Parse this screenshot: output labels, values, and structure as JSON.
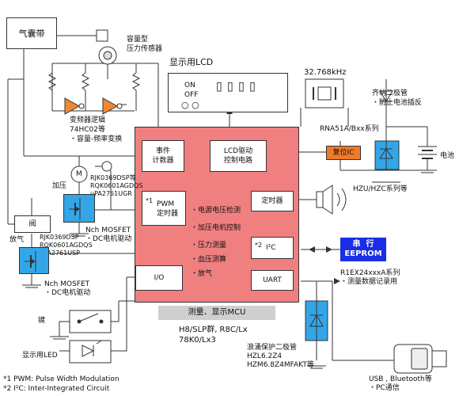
{
  "labels": {
    "airbag": "气囊带",
    "pressure_sensor": "容量型\n压力传感器",
    "lcd_title": "显示用LCD",
    "lcd_on": "ON",
    "lcd_off": "OFF",
    "crystal_freq": "32.768kHz",
    "diode_title": "齐纳二极管\n・防止电池插反",
    "inverter_logic": "变频器逻辑\n74HC02等\n・容量-频率变换",
    "rna": "RNA51A/Bxx系列",
    "reset_ic": "复位IC",
    "battery": "电池",
    "hzu": "HZU/HZC系列等",
    "event_counter": "事件\n计数器",
    "lcd_driver": "LCD驱动\n控制电路",
    "motor_m": "M",
    "pump_label": "加压",
    "mosfet_top_parts": "RJK0369DSP等\nRQK0601AGDQS\nuPA2761UGR",
    "mosfet_top_caption": "Nch MOSFET\n・DC电机驱动",
    "pwm_mark": "*1",
    "pwm_block": "PWM\n定时器",
    "func_list": [
      "・电源电压检测",
      "・加压电机控制",
      "・压力测量",
      "・血压测算",
      "・放气"
    ],
    "timer": "定时器",
    "valve": "阀",
    "exhaust": "放气",
    "mosfet_left_parts": "RJK0369DSP\nRQK0601AGDQS\nuPA2761USP",
    "mosfet_left_caption": "Nch MOSFET\n・DC电机驱动",
    "i2c_mark": "*2",
    "i2c": "I²C",
    "eeprom": "串  行\nEEPROM",
    "r1ex": "R1EX24xxxA系列\n・测量数据记录用",
    "io": "I/O",
    "uart": "UART",
    "mcu_caption": "测量、显示MCU",
    "mcu_series": "H8/SLP群, R8C/Lx\n78K0/Lx3",
    "key": "键",
    "tvs": "浪涌保护二极管\nHZL6.2Z4\nHZM6.8Z4MFAKT等",
    "display_led": "显示用LED",
    "usb": "USB , Bluetooth等\n・PC通信",
    "footnote1": "*1  PWM: Pulse Width Modulation",
    "footnote2": "*2  I²C: Inter-Integrated Circuit"
  },
  "colors": {
    "mcu_fill": "#f08080",
    "mosfet_fill": "#33a6e8",
    "eeprom_fill": "#1a2ee6",
    "reset_fill": "#f07a28",
    "inverter_fill": "#f08a30",
    "caption_fill": "#cfcfcf",
    "line": "#333333"
  }
}
